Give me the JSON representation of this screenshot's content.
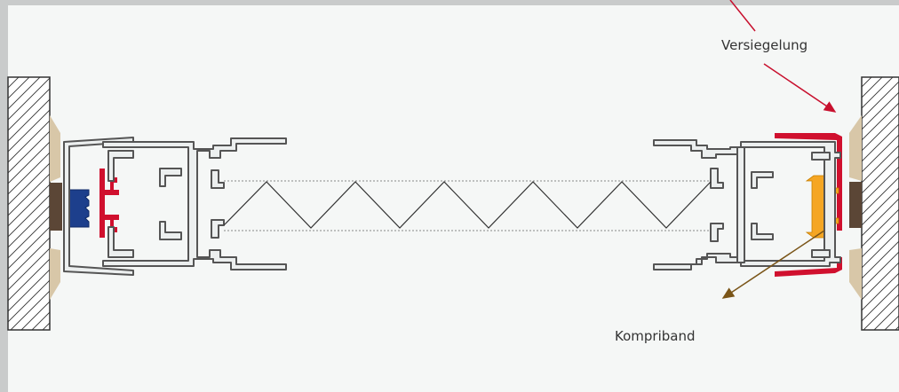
{
  "labels": {
    "sealing": "Versiegelung",
    "compression_tape": "Kompriband"
  },
  "colors": {
    "background": "#f5f7f6",
    "frame_border": "#c9cbcb",
    "profile_fill": "#ecefef",
    "profile_stroke": "#555555",
    "seal_red": "#d0102e",
    "tape_blue": "#1d3f8c",
    "tape_orange": "#f5a623",
    "insulation_beige": "#d8c7a8",
    "insulation_brown": "#5b4636",
    "sealing_arrow": "#c8102e",
    "tape_arrow": "#7a5518",
    "wall_hatch": "#333333"
  },
  "icons": {
    "left_wall": "hatched-wall",
    "right_wall": "hatched-wall",
    "glass_pane": "zigzag-glazing"
  }
}
